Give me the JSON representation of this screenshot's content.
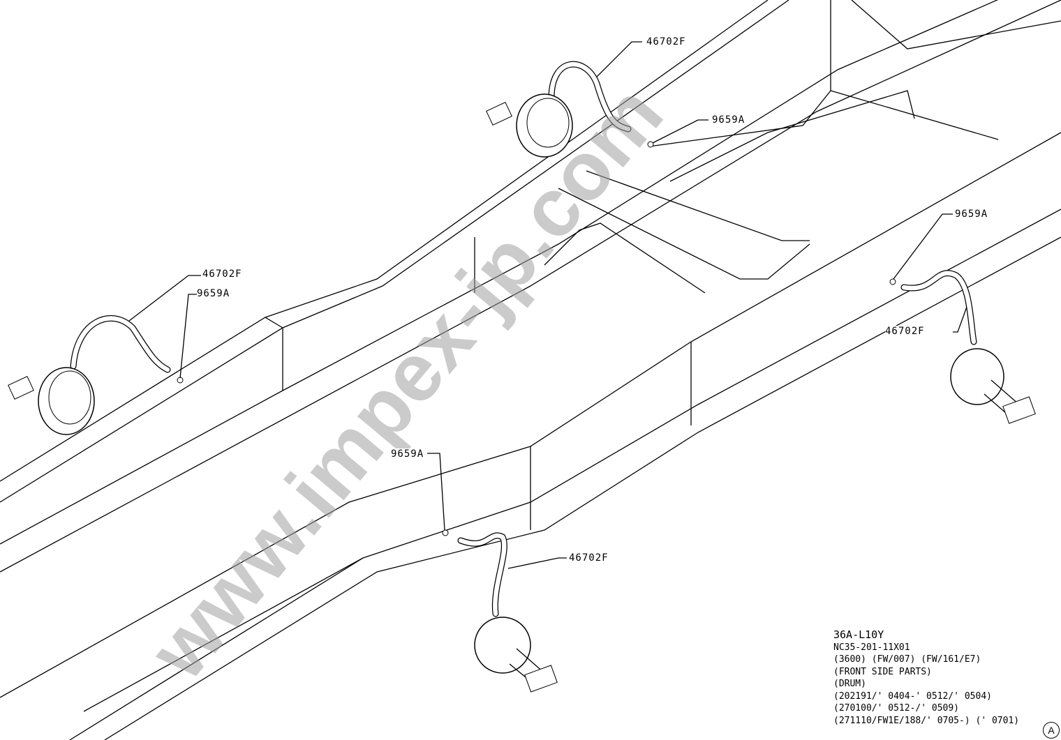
{
  "callouts": [
    {
      "part": "46702F"
    },
    {
      "part": "9659A"
    },
    {
      "part": "46702F"
    },
    {
      "part": "9659A"
    },
    {
      "part": "9659A"
    },
    {
      "part": "46702F"
    },
    {
      "part": "9659A"
    },
    {
      "part": "46702F"
    }
  ],
  "info": {
    "model": "36A-L10Y",
    "code": "NC35-201-11X01",
    "lines": [
      "(3600) (FW/007) (FW/161/E7)",
      "(FRONT SIDE PARTS)",
      "(DRUM)",
      "(202191/' 0404-' 0512/' 0504)",
      "(270100/' 0512-/' 0509)",
      "(271110/FW1E/188/' 0705-) (' 0701)"
    ],
    "view_marker": "A"
  },
  "watermark": "www.impex-jp.com"
}
